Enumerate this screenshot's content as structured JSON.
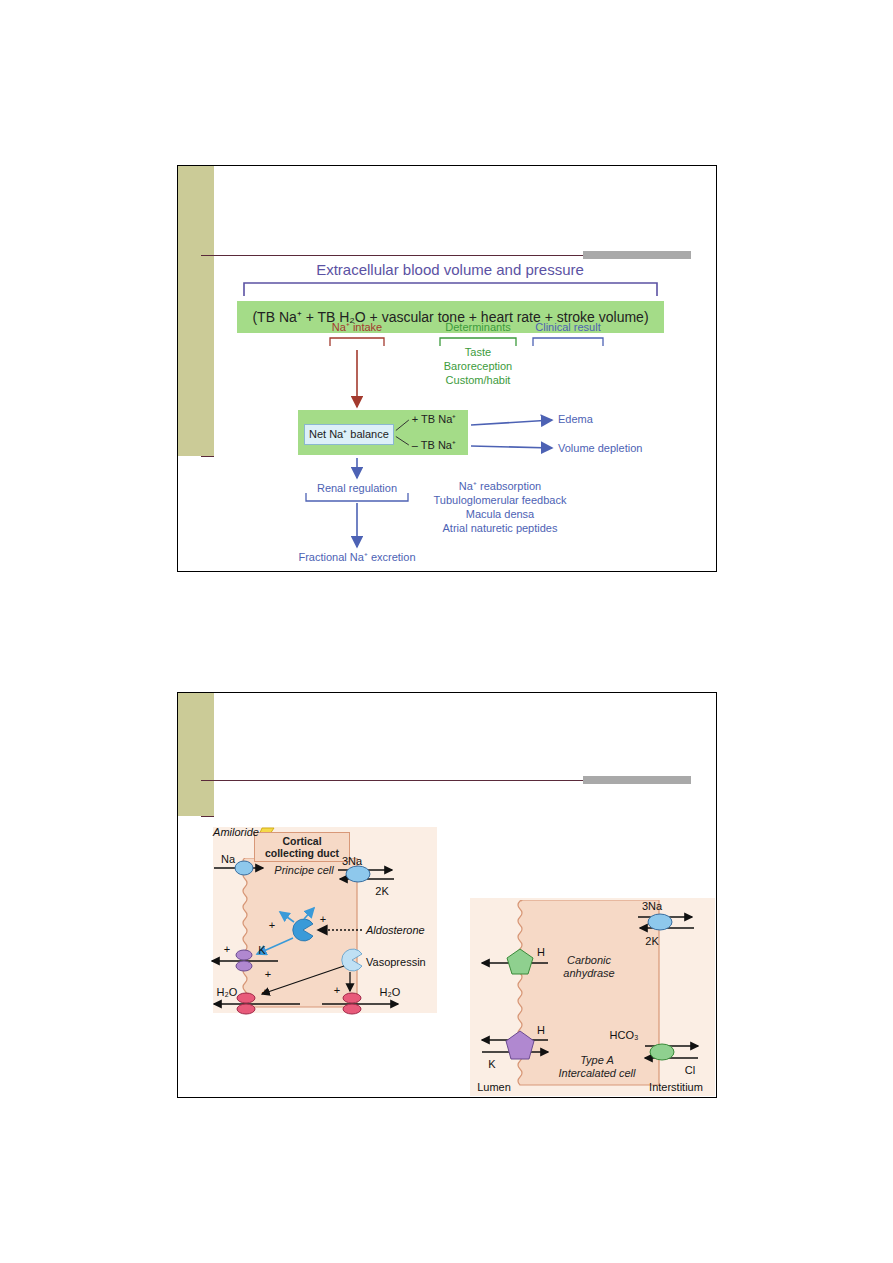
{
  "diagram": {
    "nodes": [
      {
        "text": [
          "(TB Na⁺ + TB H₂O + vascular tone + heart rate + stroke volume)"
        ]
      },
      {
        "text": [
          "+ TB Na⁺",
          "– TB Na⁺"
        ]
      },
      {
        "text": [
          "Net Na⁺ balance"
        ],
        "in": 1
      },
      {
        "text": [
          "Cortical collecting duct"
        ]
      },
      {
        "text": [
          "Principe cell"
        ]
      },
      {
        "text": [
          "Carbonic anhydrase",
          "Type A Intercalated cell"
        ]
      }
    ],
    "labels": [
      "Extracellular blood volume and pressure",
      "Na⁺ intake",
      "Determinants",
      "Clinical result",
      "Taste",
      "Baroreception",
      "Custom/habit",
      "Edema",
      "Volume depletion",
      "Renal regulation",
      "Na⁺ reabsorption",
      "Tubuloglomerular feedback",
      "Macula densa",
      "Atrial naturetic peptides",
      "Fractional Na⁺ excretion",
      "Amiloride",
      "Na",
      "3Na",
      "2K",
      "+",
      "+",
      "+",
      "K",
      "+",
      "Aldosterone",
      "Vasopressin",
      "H₂O",
      "+",
      "+",
      "H₂O",
      "3Na",
      "2K",
      "H",
      "H",
      "K",
      "HCO₃",
      "Cl",
      "Lumen",
      "Interstitium"
    ]
  }
}
